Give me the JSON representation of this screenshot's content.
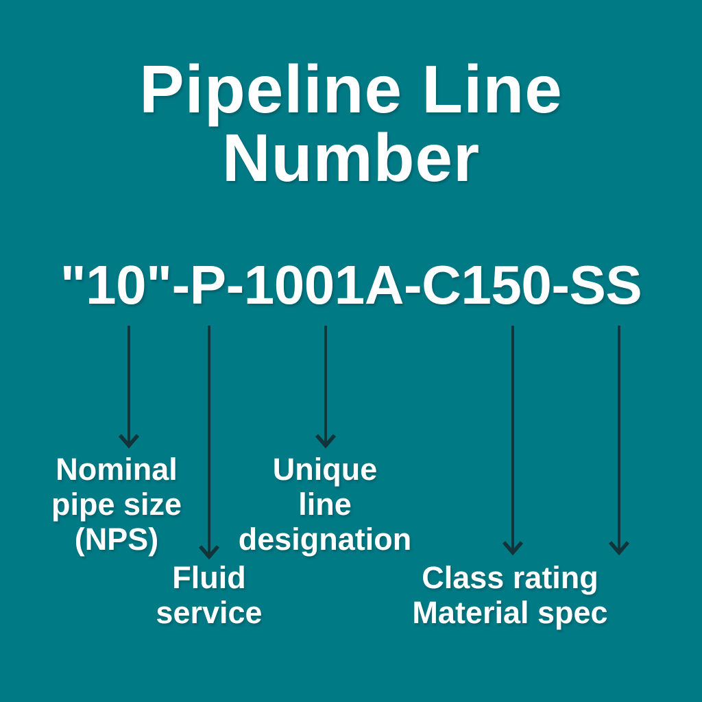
{
  "page": {
    "background_color": "#007A85",
    "text_color": "#FFFFFF",
    "arrow_color": "#12333A"
  },
  "title": {
    "line1": "Pipeline Line",
    "line2": "Number"
  },
  "line_number": {
    "value": "\"10\"-P-1001A-C150-SS",
    "segments": [
      "\"10\"",
      "P",
      "1001A",
      "C150",
      "SS"
    ]
  },
  "labels": [
    {
      "id": "nominal-pipe-size",
      "lines": [
        "Nominal",
        "pipe size",
        "(NPS)"
      ],
      "arrow_from_segment": "\"10\""
    },
    {
      "id": "fluid-service",
      "lines": [
        "Fluid",
        "service"
      ],
      "arrow_from_segment": "P"
    },
    {
      "id": "unique-line-designation",
      "lines": [
        "Unique",
        "line",
        "designation"
      ],
      "arrow_from_segment": "1001A"
    },
    {
      "id": "class-rating-material-spec",
      "lines": [
        "Class rating",
        "Material spec"
      ],
      "arrow_from_segment": "C150-SS"
    }
  ]
}
